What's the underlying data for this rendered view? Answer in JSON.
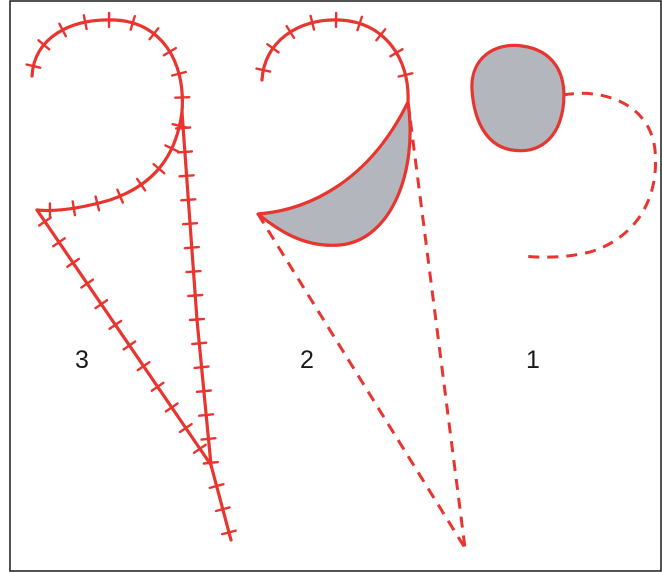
{
  "colors": {
    "line": "#e8352f",
    "fill": "#b4b6bd",
    "frame": "#1a1a1a",
    "background": "#ffffff"
  },
  "panels": [
    {
      "id": "stage-3",
      "label": "3"
    },
    {
      "id": "stage-2",
      "label": "2"
    },
    {
      "id": "stage-1",
      "label": "1"
    }
  ]
}
